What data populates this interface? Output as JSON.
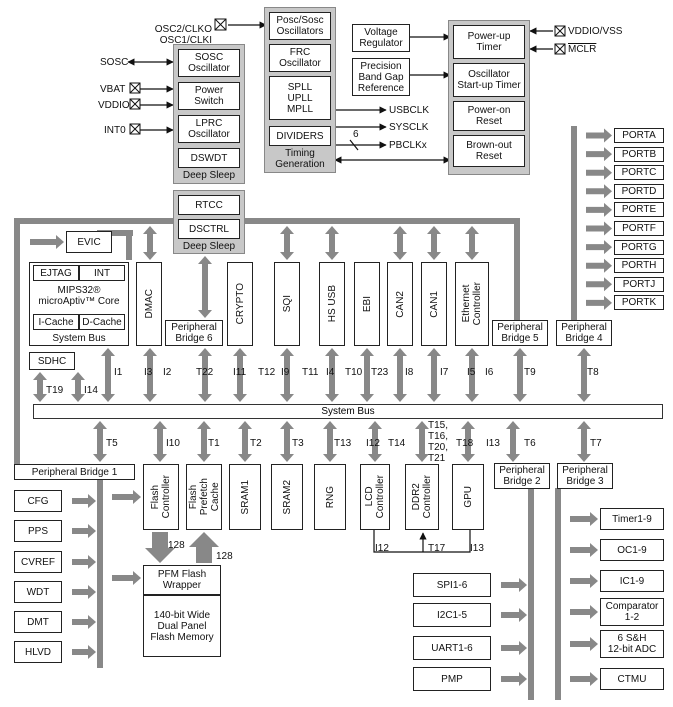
{
  "clock": {
    "pins_top": [
      "OSC2/CLKO",
      "OSC1/CLKI"
    ],
    "oscillators_group": [
      "Posc/Sosc\nOscillators",
      "FRC\nOscillator",
      "SPLL\nUPLL\nMPLL",
      "DIVIDERS"
    ],
    "timing_caption": "Timing\nGeneration",
    "outputs": [
      "USBCLK",
      "SYSCLK",
      "PBCLKx"
    ],
    "pbclk_width": "6"
  },
  "power": {
    "regulator": "Voltage\nRegulator",
    "bandgap": "Precision\nBand Gap\nReference",
    "timers": [
      "Power-up\nTimer",
      "Oscillator\nStart-up Timer",
      "Power-on\nReset",
      "Brown-out\nReset"
    ],
    "pin_vddio": "VDDIO/VSS",
    "pin_mclr": "MCLR"
  },
  "deep_sleep_top": {
    "items": [
      "SOSC\nOscillator",
      "Power\nSwitch",
      "LPRC\nOscillator",
      "DSWDT"
    ],
    "caption": "Deep Sleep",
    "pins": [
      "SOSC",
      "VBAT",
      "VDDIO",
      "INT0"
    ]
  },
  "deep_sleep_bottom": {
    "items": [
      "RTCC",
      "DSCTRL"
    ],
    "caption": "Deep Sleep"
  },
  "cpu": {
    "evic": "EVIC",
    "ejtag": "EJTAG",
    "int": "INT",
    "core": "MIPS32®\nmicroAptiv™ Core",
    "icache": "I-Cache",
    "dcache": "D-Cache",
    "system_bus_caption": "System Bus"
  },
  "top_modules": [
    "DMAC",
    "CRYPTO",
    "SQI",
    "HS USB",
    "EBI",
    "CAN2",
    "CAN1",
    "Ethernet\nController"
  ],
  "bridges": {
    "pb6": "Peripheral\nBridge 6",
    "pb5": "Peripheral\nBridge 5",
    "pb4": "Peripheral\nBridge 4",
    "pb1": "Peripheral Bridge 1",
    "pb2": "Peripheral\nBridge 2",
    "pb3": "Peripheral\nBridge 3"
  },
  "sdhc": "SDHC",
  "system_bus": "System Bus",
  "ports": [
    "PORTA",
    "PORTB",
    "PORTC",
    "PORTD",
    "PORTE",
    "PORTF",
    "PORTG",
    "PORTH",
    "PORTJ",
    "PORTK"
  ],
  "top_links": [
    "I1",
    "I3",
    "I2",
    "T22",
    "I11",
    "T12",
    "I9",
    "T11",
    "I4",
    "T10",
    "T23",
    "I8",
    "I7",
    "I5",
    "I6",
    "T9",
    "T8",
    "T19",
    "I14"
  ],
  "bottom_modules": [
    "Flash\nController",
    "Flash\nPrefetch\nCache",
    "SRAM1",
    "SRAM2",
    "RNG",
    "LCD\nController",
    "DDR2\nController",
    "GPU"
  ],
  "bottom_links": [
    "T5",
    "I10",
    "T1",
    "T2",
    "T3",
    "T13",
    "I12",
    "T14",
    "T15,\nT16,\nT20,\nT21",
    "T18",
    "I13",
    "T6",
    "T7",
    "I12",
    "T17",
    "I13"
  ],
  "flash": {
    "wrapper": "PFM Flash\nWrapper",
    "memory": "140-bit Wide\nDual Panel\nFlash Memory",
    "bus_width": "128"
  },
  "pb1_items": [
    "CFG",
    "PPS",
    "CVREF",
    "WDT",
    "DMT",
    "HLVD"
  ],
  "pb2_items": [
    "SPI1-6",
    "I2C1-5",
    "UART1-6",
    "PMP"
  ],
  "pb3_items": [
    "Timer1-9",
    "OC1-9",
    "IC1-9",
    "Comparator\n1-2",
    "6 S&H\n12-bit ADC",
    "CTMU"
  ],
  "colors": {
    "bus": "#888888",
    "panel": "#c8c8c8",
    "line": "#222222"
  }
}
